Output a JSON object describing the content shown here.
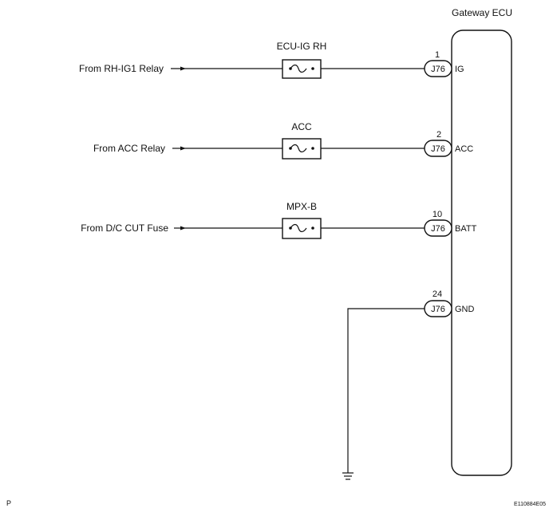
{
  "ecu": {
    "title": "Gateway ECU"
  },
  "circuits": [
    {
      "source": "From RH-IG1 Relay",
      "fuse": "ECU-IG RH",
      "pin": "1",
      "connector": "J76",
      "terminal": "IG"
    },
    {
      "source": "From ACC Relay",
      "fuse": "ACC",
      "pin": "2",
      "connector": "J76",
      "terminal": "ACC"
    },
    {
      "source": "From D/C CUT Fuse",
      "fuse": "MPX-B",
      "pin": "10",
      "connector": "J76",
      "terminal": "BATT"
    }
  ],
  "ground": {
    "pin": "24",
    "connector": "J76",
    "terminal": "GND"
  },
  "footer": {
    "left_code": "P",
    "right_code": "E110884E05"
  }
}
